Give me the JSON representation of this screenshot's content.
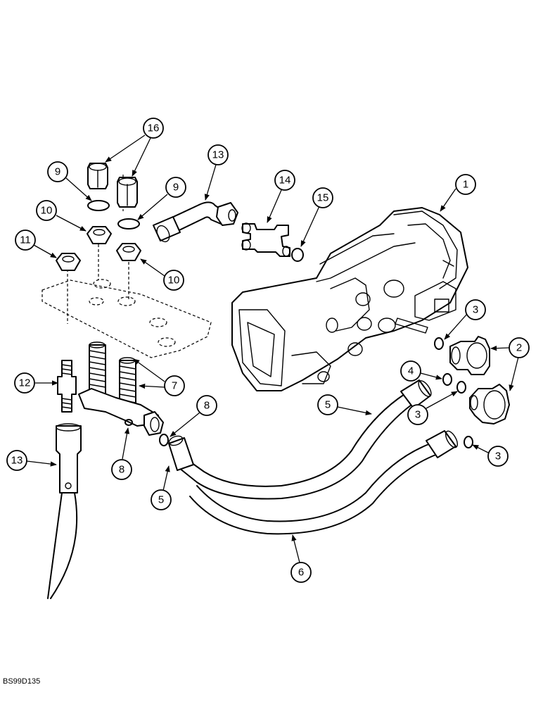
{
  "figure_code": "BS99D135",
  "callouts": [
    {
      "label": "1"
    },
    {
      "label": "2"
    },
    {
      "label": "3"
    },
    {
      "label": "3"
    },
    {
      "label": "3"
    },
    {
      "label": "4"
    },
    {
      "label": "5"
    },
    {
      "label": "5"
    },
    {
      "label": "6"
    },
    {
      "label": "7"
    },
    {
      "label": "8"
    },
    {
      "label": "8"
    },
    {
      "label": "9"
    },
    {
      "label": "9"
    },
    {
      "label": "10"
    },
    {
      "label": "10"
    },
    {
      "label": "11"
    },
    {
      "label": "12"
    },
    {
      "label": "13"
    },
    {
      "label": "13"
    },
    {
      "label": "14"
    },
    {
      "label": "15"
    },
    {
      "label": "16"
    }
  ]
}
